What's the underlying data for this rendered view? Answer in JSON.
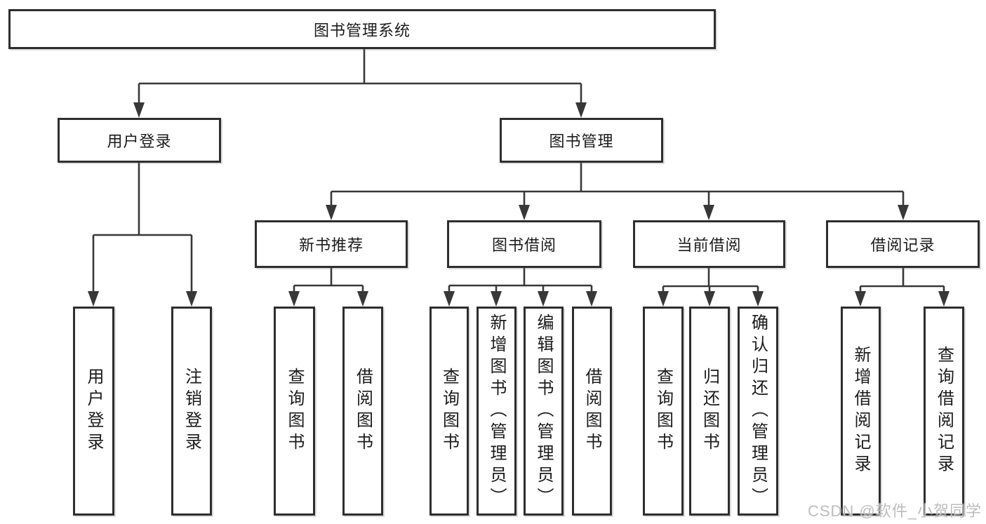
{
  "colors": {
    "line": "#383838",
    "box_border": "#2e2e2e",
    "text": "#1b1b1b",
    "background": "#ffffff",
    "watermark": "#b9b9b9"
  },
  "watermark": {
    "text": "CSDN @软件_小贺同学"
  },
  "tree": {
    "label": "图书管理系统",
    "children": [
      {
        "label": "用户登录",
        "children": [
          {
            "label": "用户登录"
          },
          {
            "label": "注销登录"
          }
        ]
      },
      {
        "label": "图书管理",
        "children": [
          {
            "label": "新书推荐",
            "children": [
              {
                "label": "查询图书"
              },
              {
                "label": "借阅图书"
              }
            ]
          },
          {
            "label": "图书借阅",
            "children": [
              {
                "label": "查询图书"
              },
              {
                "label": "新增图书（管理员）"
              },
              {
                "label": "编辑图书（管理员）"
              },
              {
                "label": "借阅图书"
              }
            ]
          },
          {
            "label": "当前借阅",
            "children": [
              {
                "label": "查询图书"
              },
              {
                "label": "归还图书"
              },
              {
                "label": "确认归还（管理员）"
              }
            ]
          },
          {
            "label": "借阅记录",
            "children": [
              {
                "label": "新增借阅记录"
              },
              {
                "label": "查询借阅记录"
              }
            ]
          }
        ]
      }
    ]
  }
}
